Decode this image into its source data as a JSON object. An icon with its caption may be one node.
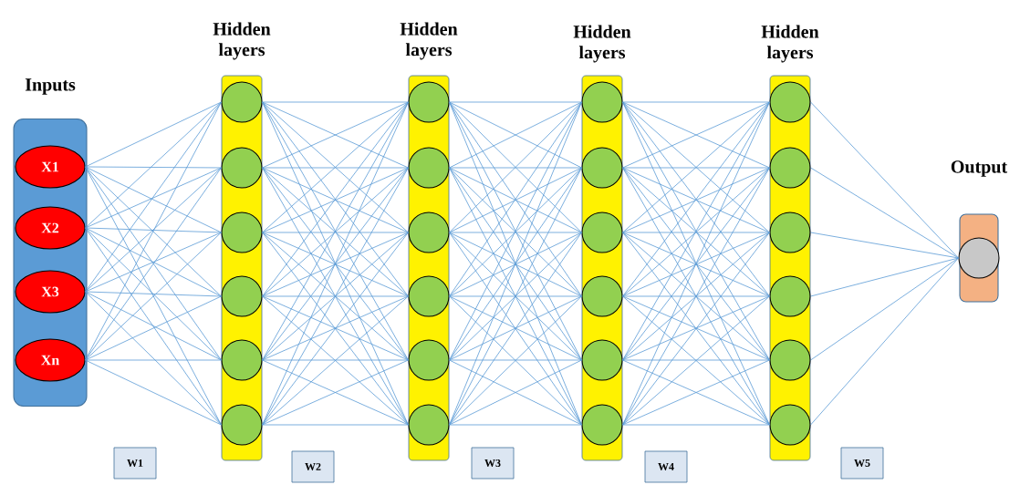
{
  "diagram": {
    "nodes": [
      {
        "text": [
          "Inputs"
        ]
      },
      {
        "text": [
          "X1"
        ],
        "in": 0
      },
      {
        "text": [
          "X2"
        ],
        "in": 0
      },
      {
        "text": [
          "X3"
        ],
        "in": 0
      },
      {
        "text": [
          "Xn"
        ],
        "in": 0
      },
      {
        "text": [
          "Hidden layers"
        ]
      },
      {
        "text": [],
        "shape": "circle",
        "in": 5
      },
      {
        "text": [],
        "shape": "circle",
        "in": 5
      },
      {
        "text": [],
        "shape": "circle",
        "in": 5
      },
      {
        "text": [],
        "shape": "circle",
        "in": 5
      },
      {
        "text": [],
        "shape": "circle",
        "in": 5
      },
      {
        "text": [],
        "shape": "circle",
        "in": 5
      },
      {
        "text": [
          "Hidden layers"
        ]
      },
      {
        "text": [],
        "shape": "circle",
        "in": 12
      },
      {
        "text": [],
        "shape": "circle",
        "in": 12
      },
      {
        "text": [],
        "shape": "circle",
        "in": 12
      },
      {
        "text": [],
        "shape": "circle",
        "in": 12
      },
      {
        "text": [],
        "shape": "circle",
        "in": 12
      },
      {
        "text": [],
        "shape": "circle",
        "in": 12
      },
      {
        "text": [
          "Hidden layers"
        ]
      },
      {
        "text": [],
        "shape": "circle",
        "in": 19
      },
      {
        "text": [],
        "shape": "circle",
        "in": 19
      },
      {
        "text": [],
        "shape": "circle",
        "in": 19
      },
      {
        "text": [],
        "shape": "circle",
        "in": 19
      },
      {
        "text": [],
        "shape": "circle",
        "in": 19
      },
      {
        "text": [],
        "shape": "circle",
        "in": 19
      },
      {
        "text": [
          "Hidden layers"
        ]
      },
      {
        "text": [],
        "shape": "circle",
        "in": 26
      },
      {
        "text": [],
        "shape": "circle",
        "in": 26
      },
      {
        "text": [],
        "shape": "circle",
        "in": 26
      },
      {
        "text": [],
        "shape": "circle",
        "in": 26
      },
      {
        "text": [],
        "shape": "circle",
        "in": 26
      },
      {
        "text": [],
        "shape": "circle",
        "in": 26
      },
      {
        "text": [
          "Output"
        ]
      },
      {
        "text": [],
        "shape": "circle",
        "in": 33
      },
      {
        "text": [
          "W1"
        ]
      },
      {
        "text": [
          "W2"
        ]
      },
      {
        "text": [
          "W3"
        ]
      },
      {
        "text": [
          "W4"
        ]
      },
      {
        "text": [
          "W5"
        ]
      }
    ],
    "edges": [
      {
        "from": 1,
        "to": 6,
        "arrow": "none"
      },
      {
        "from": 1,
        "to": 7,
        "arrow": "none"
      },
      {
        "from": 1,
        "to": 8,
        "arrow": "none"
      },
      {
        "from": 1,
        "to": 9,
        "arrow": "none"
      },
      {
        "from": 1,
        "to": 10,
        "arrow": "none"
      },
      {
        "from": 1,
        "to": 11,
        "arrow": "none"
      },
      {
        "from": 2,
        "to": 6,
        "arrow": "none"
      },
      {
        "from": 2,
        "to": 7,
        "arrow": "none"
      },
      {
        "from": 2,
        "to": 8,
        "arrow": "none"
      },
      {
        "from": 2,
        "to": 9,
        "arrow": "none"
      },
      {
        "from": 2,
        "to": 10,
        "arrow": "none"
      },
      {
        "from": 2,
        "to": 11,
        "arrow": "none"
      },
      {
        "from": 3,
        "to": 6,
        "arrow": "none"
      },
      {
        "from": 3,
        "to": 7,
        "arrow": "none"
      },
      {
        "from": 3,
        "to": 8,
        "arrow": "none"
      },
      {
        "from": 3,
        "to": 9,
        "arrow": "none"
      },
      {
        "from": 3,
        "to": 10,
        "arrow": "none"
      },
      {
        "from": 3,
        "to": 11,
        "arrow": "none"
      },
      {
        "from": 4,
        "to": 6,
        "arrow": "none"
      },
      {
        "from": 4,
        "to": 7,
        "arrow": "none"
      },
      {
        "from": 4,
        "to": 8,
        "arrow": "none"
      },
      {
        "from": 4,
        "to": 9,
        "arrow": "none"
      },
      {
        "from": 4,
        "to": 10,
        "arrow": "none"
      },
      {
        "from": 4,
        "to": 11,
        "arrow": "none"
      },
      {
        "from": 6,
        "to": 13,
        "arrow": "none"
      },
      {
        "from": 6,
        "to": 14,
        "arrow": "none"
      },
      {
        "from": 6,
        "to": 15,
        "arrow": "none"
      },
      {
        "from": 6,
        "to": 16,
        "arrow": "none"
      },
      {
        "from": 6,
        "to": 17,
        "arrow": "none"
      },
      {
        "from": 6,
        "to": 18,
        "arrow": "none"
      },
      {
        "from": 7,
        "to": 13,
        "arrow": "none"
      },
      {
        "from": 7,
        "to": 14,
        "arrow": "none"
      },
      {
        "from": 7,
        "to": 15,
        "arrow": "none"
      },
      {
        "from": 7,
        "to": 16,
        "arrow": "none"
      },
      {
        "from": 7,
        "to": 17,
        "arrow": "none"
      },
      {
        "from": 7,
        "to": 18,
        "arrow": "none"
      },
      {
        "from": 8,
        "to": 13,
        "arrow": "none"
      },
      {
        "from": 8,
        "to": 14,
        "arrow": "none"
      },
      {
        "from": 8,
        "to": 15,
        "arrow": "none"
      },
      {
        "from": 8,
        "to": 16,
        "arrow": "none"
      },
      {
        "from": 8,
        "to": 17,
        "arrow": "none"
      },
      {
        "from": 8,
        "to": 18,
        "arrow": "none"
      },
      {
        "from": 9,
        "to": 13,
        "arrow": "none"
      },
      {
        "from": 9,
        "to": 14,
        "arrow": "none"
      },
      {
        "from": 9,
        "to": 15,
        "arrow": "none"
      },
      {
        "from": 9,
        "to": 16,
        "arrow": "none"
      },
      {
        "from": 9,
        "to": 17,
        "arrow": "none"
      },
      {
        "from": 9,
        "to": 18,
        "arrow": "none"
      },
      {
        "from": 10,
        "to": 13,
        "arrow": "none"
      },
      {
        "from": 10,
        "to": 14,
        "arrow": "none"
      },
      {
        "from": 10,
        "to": 15,
        "arrow": "none"
      },
      {
        "from": 10,
        "to": 16,
        "arrow": "none"
      },
      {
        "from": 10,
        "to": 17,
        "arrow": "none"
      },
      {
        "from": 10,
        "to": 18,
        "arrow": "none"
      },
      {
        "from": 11,
        "to": 13,
        "arrow": "none"
      },
      {
        "from": 11,
        "to": 14,
        "arrow": "none"
      },
      {
        "from": 11,
        "to": 15,
        "arrow": "none"
      },
      {
        "from": 11,
        "to": 16,
        "arrow": "none"
      },
      {
        "from": 11,
        "to": 17,
        "arrow": "none"
      },
      {
        "from": 11,
        "to": 18,
        "arrow": "none"
      },
      {
        "from": 13,
        "to": 20,
        "arrow": "none"
      },
      {
        "from": 13,
        "to": 21,
        "arrow": "none"
      },
      {
        "from": 13,
        "to": 22,
        "arrow": "none"
      },
      {
        "from": 13,
        "to": 23,
        "arrow": "none"
      },
      {
        "from": 13,
        "to": 24,
        "arrow": "none"
      },
      {
        "from": 13,
        "to": 25,
        "arrow": "none"
      },
      {
        "from": 14,
        "to": 20,
        "arrow": "none"
      },
      {
        "from": 14,
        "to": 21,
        "arrow": "none"
      },
      {
        "from": 14,
        "to": 22,
        "arrow": "none"
      },
      {
        "from": 14,
        "to": 23,
        "arrow": "none"
      },
      {
        "from": 14,
        "to": 24,
        "arrow": "none"
      },
      {
        "from": 14,
        "to": 25,
        "arrow": "none"
      },
      {
        "from": 15,
        "to": 20,
        "arrow": "none"
      },
      {
        "from": 15,
        "to": 21,
        "arrow": "none"
      },
      {
        "from": 15,
        "to": 22,
        "arrow": "none"
      },
      {
        "from": 15,
        "to": 23,
        "arrow": "none"
      },
      {
        "from": 15,
        "to": 24,
        "arrow": "none"
      },
      {
        "from": 15,
        "to": 25,
        "arrow": "none"
      },
      {
        "from": 16,
        "to": 20,
        "arrow": "none"
      },
      {
        "from": 16,
        "to": 21,
        "arrow": "none"
      },
      {
        "from": 16,
        "to": 22,
        "arrow": "none"
      },
      {
        "from": 16,
        "to": 23,
        "arrow": "none"
      },
      {
        "from": 16,
        "to": 24,
        "arrow": "none"
      },
      {
        "from": 16,
        "to": 25,
        "arrow": "none"
      },
      {
        "from": 17,
        "to": 20,
        "arrow": "none"
      },
      {
        "from": 17,
        "to": 21,
        "arrow": "none"
      },
      {
        "from": 17,
        "to": 22,
        "arrow": "none"
      },
      {
        "from": 17,
        "to": 23,
        "arrow": "none"
      },
      {
        "from": 17,
        "to": 24,
        "arrow": "none"
      },
      {
        "from": 17,
        "to": 25,
        "arrow": "none"
      },
      {
        "from": 18,
        "to": 20,
        "arrow": "none"
      },
      {
        "from": 18,
        "to": 21,
        "arrow": "none"
      },
      {
        "from": 18,
        "to": 22,
        "arrow": "none"
      },
      {
        "from": 18,
        "to": 23,
        "arrow": "none"
      },
      {
        "from": 18,
        "to": 24,
        "arrow": "none"
      },
      {
        "from": 18,
        "to": 25,
        "arrow": "none"
      },
      {
        "from": 20,
        "to": 27,
        "arrow": "none"
      },
      {
        "from": 20,
        "to": 28,
        "arrow": "none"
      },
      {
        "from": 20,
        "to": 29,
        "arrow": "none"
      },
      {
        "from": 20,
        "to": 30,
        "arrow": "none"
      },
      {
        "from": 20,
        "to": 31,
        "arrow": "none"
      },
      {
        "from": 20,
        "to": 32,
        "arrow": "none"
      },
      {
        "from": 21,
        "to": 27,
        "arrow": "none"
      },
      {
        "from": 21,
        "to": 28,
        "arrow": "none"
      },
      {
        "from": 21,
        "to": 29,
        "arrow": "none"
      },
      {
        "from": 21,
        "to": 30,
        "arrow": "none"
      },
      {
        "from": 21,
        "to": 31,
        "arrow": "none"
      },
      {
        "from": 21,
        "to": 32,
        "arrow": "none"
      },
      {
        "from": 22,
        "to": 27,
        "arrow": "none"
      },
      {
        "from": 22,
        "to": 28,
        "arrow": "none"
      },
      {
        "from": 22,
        "to": 29,
        "arrow": "none"
      },
      {
        "from": 22,
        "to": 30,
        "arrow": "none"
      },
      {
        "from": 22,
        "to": 31,
        "arrow": "none"
      },
      {
        "from": 22,
        "to": 32,
        "arrow": "none"
      },
      {
        "from": 23,
        "to": 27,
        "arrow": "none"
      },
      {
        "from": 23,
        "to": 28,
        "arrow": "none"
      },
      {
        "from": 23,
        "to": 29,
        "arrow": "none"
      },
      {
        "from": 23,
        "to": 30,
        "arrow": "none"
      },
      {
        "from": 23,
        "to": 31,
        "arrow": "none"
      },
      {
        "from": 23,
        "to": 32,
        "arrow": "none"
      },
      {
        "from": 24,
        "to": 27,
        "arrow": "none"
      },
      {
        "from": 24,
        "to": 28,
        "arrow": "none"
      },
      {
        "from": 24,
        "to": 29,
        "arrow": "none"
      },
      {
        "from": 24,
        "to": 30,
        "arrow": "none"
      },
      {
        "from": 24,
        "to": 31,
        "arrow": "none"
      },
      {
        "from": 24,
        "to": 32,
        "arrow": "none"
      },
      {
        "from": 25,
        "to": 27,
        "arrow": "none"
      },
      {
        "from": 25,
        "to": 28,
        "arrow": "none"
      },
      {
        "from": 25,
        "to": 29,
        "arrow": "none"
      },
      {
        "from": 25,
        "to": 30,
        "arrow": "none"
      },
      {
        "from": 25,
        "to": 31,
        "arrow": "none"
      },
      {
        "from": 25,
        "to": 32,
        "arrow": "none"
      },
      {
        "from": 27,
        "to": 34,
        "arrow": "none"
      },
      {
        "from": 28,
        "to": 34,
        "arrow": "none"
      },
      {
        "from": 29,
        "to": 34,
        "arrow": "none"
      },
      {
        "from": 30,
        "to": 34,
        "arrow": "none"
      },
      {
        "from": 31,
        "to": 34,
        "arrow": "none"
      },
      {
        "from": 32,
        "to": 34,
        "arrow": "none"
      }
    ]
  }
}
